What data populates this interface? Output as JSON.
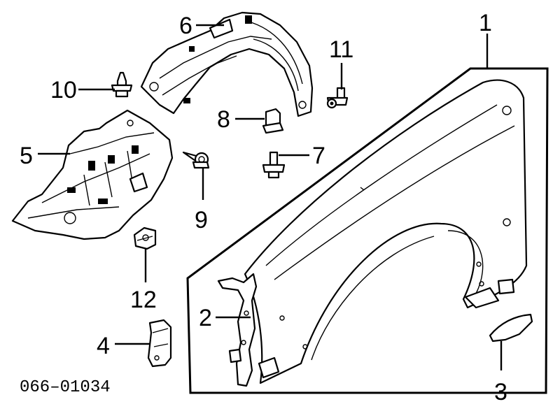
{
  "diagram": {
    "colors": {
      "line": "#000000",
      "background": "#ffffff"
    },
    "drawing_code": "066–01034",
    "callouts": [
      {
        "id": "1",
        "label": "1"
      },
      {
        "id": "2",
        "label": "2"
      },
      {
        "id": "3",
        "label": "3"
      },
      {
        "id": "4",
        "label": "4"
      },
      {
        "id": "5",
        "label": "5"
      },
      {
        "id": "6",
        "label": "6"
      },
      {
        "id": "7",
        "label": "7"
      },
      {
        "id": "8",
        "label": "8"
      },
      {
        "id": "9",
        "label": "9"
      },
      {
        "id": "10",
        "label": "10"
      },
      {
        "id": "11",
        "label": "11"
      },
      {
        "id": "12",
        "label": "12"
      }
    ]
  }
}
